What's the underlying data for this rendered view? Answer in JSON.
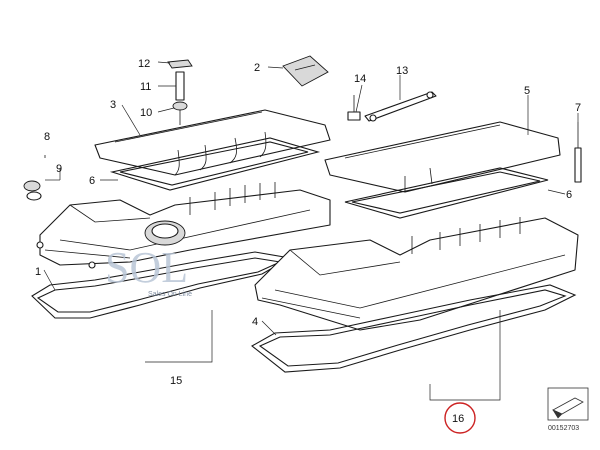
{
  "diagram": {
    "part_labels": {
      "p1": "1",
      "p2": "2",
      "p3": "3",
      "p4": "4",
      "p5": "5",
      "p6a": "6",
      "p6b": "6",
      "p7": "7",
      "p8": "8",
      "p9": "9",
      "p10": "10",
      "p11": "11",
      "p12": "12",
      "p13": "13",
      "p14": "14",
      "p15": "15",
      "p16": "16"
    },
    "highlighted_part": "16",
    "highlight_color": "#cc2222",
    "watermark": {
      "logo": "SOL",
      "tagline": "Sales On Line",
      "color": "#b9c6d7"
    },
    "reference_code": "00152703"
  }
}
